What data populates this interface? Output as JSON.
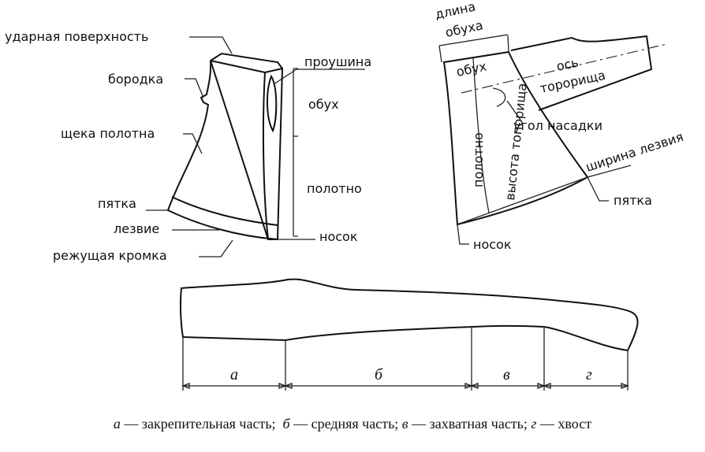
{
  "left_axe": {
    "labels": {
      "impact_surface": "ударная поверхность",
      "beard": "бородка",
      "cheek": "щека полотна",
      "heel": "пятка",
      "blade": "лезвие",
      "cutting_edge": "режущая кромка",
      "eye": "проушина",
      "butt": "обух",
      "blade_body": "полотно",
      "toe": "носок"
    }
  },
  "right_axe": {
    "labels": {
      "butt_length_1": "длина",
      "butt_length_2": "обуха",
      "butt": "обух",
      "handle_axis_1": "ось",
      "handle_axis_2": "торорища",
      "hafting_angle": "угол насадки",
      "blade_body": "полотно",
      "head_height": "высота топорища",
      "blade_width": "ширина лезвия",
      "heel": "пятка",
      "toe": "носок"
    }
  },
  "handle": {
    "sections": [
      "а",
      "б",
      "в",
      "г"
    ]
  },
  "caption": {
    "a_letter": "а",
    "a_text": " — закрепительная часть;  ",
    "b_letter": "б",
    "b_text": " — средняя часть; ",
    "v_letter": "в",
    "v_text": " — захватная часть; ",
    "g_letter": "г",
    "g_text": " — хвост"
  }
}
